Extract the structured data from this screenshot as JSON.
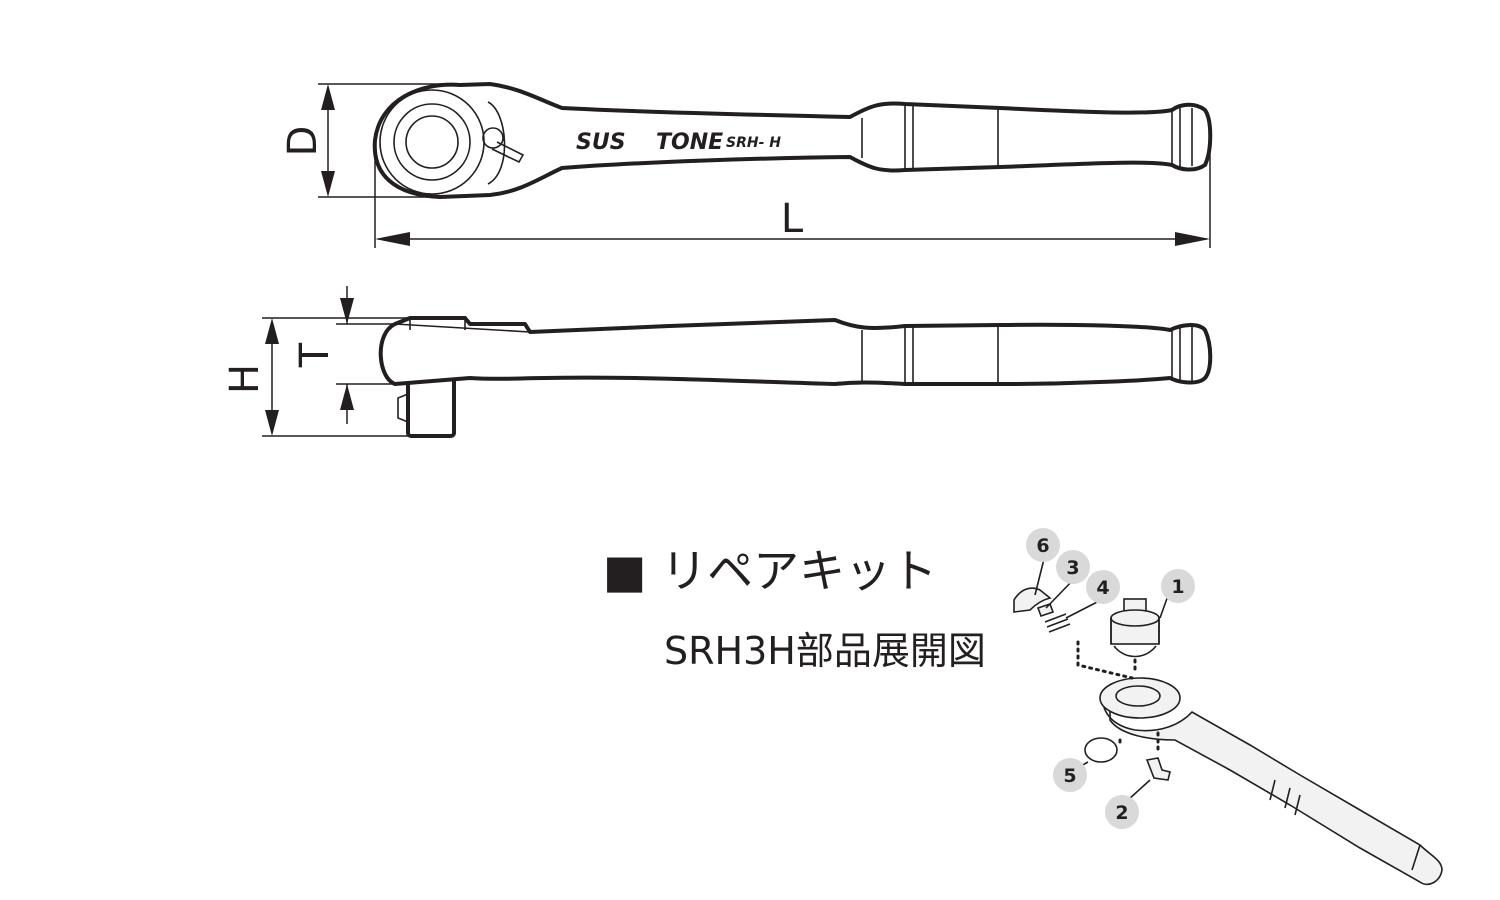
{
  "dimensions": {
    "D": "D",
    "L": "L",
    "H": "H",
    "T": "T"
  },
  "product_markings": {
    "material": "SUS",
    "brand": "TONE",
    "model": "SRH- H"
  },
  "repair_kit": {
    "title": "■ リペアキット",
    "subtitle": "SRH3H部品展開図",
    "parts": [
      "1",
      "2",
      "3",
      "4",
      "5",
      "6"
    ]
  }
}
